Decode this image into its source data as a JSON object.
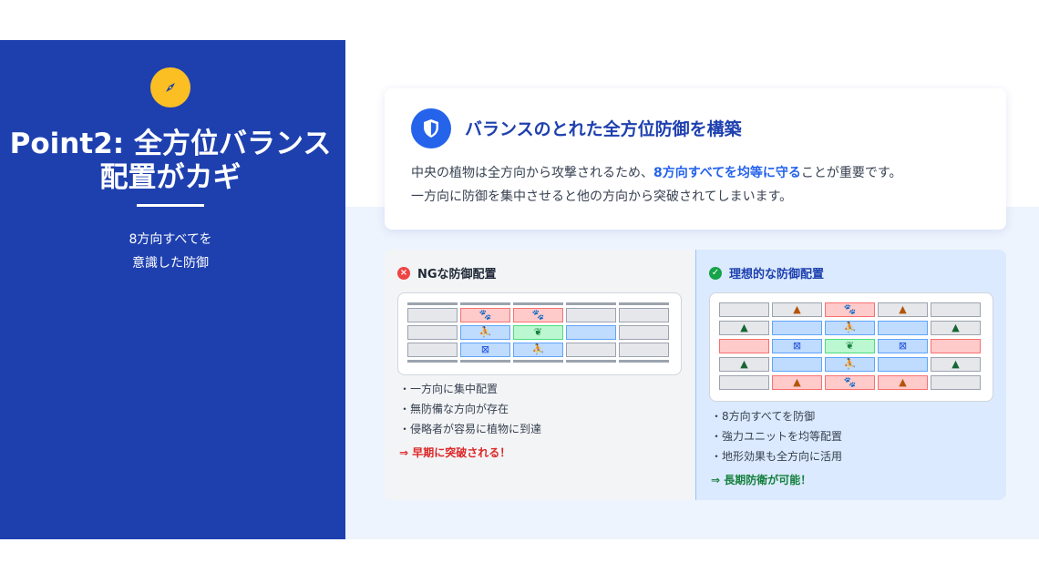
{
  "sidebar": {
    "icon": "compass-icon",
    "title": "Point2: 全方位バランス配置がカギ",
    "subtitle_line1": "8方向すべてを",
    "subtitle_line2": "意識した防御"
  },
  "card": {
    "icon": "shield-icon",
    "heading": "バランスのとれた全方位防御を構築",
    "body_pre": "中央の植物は全方向から攻撃されるため、",
    "body_highlight": "8方向すべてを均等に守る",
    "body_post": "ことが重要です。",
    "body_line2": "一方向に防御を集中させると他の方向から突破されてしまいます。"
  },
  "ng_panel": {
    "title": "NGな防御配置",
    "status_icon": "x-circle-icon",
    "bullets": [
      "・一方向に集中配置",
      "・無防備な方向が存在",
      "・侵略者が容易に植物に到達"
    ],
    "result": "⇒ 早期に突破される！",
    "grid": [
      [
        "wall",
        "wall",
        "wall",
        "wall",
        "wall"
      ],
      [
        "empty",
        "red:paw",
        "red:paw",
        "empty",
        "empty"
      ],
      [
        "empty",
        "blue:unit",
        "green:plant",
        "blue:blank",
        "empty"
      ],
      [
        "empty",
        "blue:wall",
        "blue:unit",
        "empty",
        "empty"
      ],
      [
        "wall",
        "wall",
        "wall",
        "wall",
        "wall"
      ]
    ]
  },
  "ok_panel": {
    "title": "理想的な防御配置",
    "status_icon": "check-circle-icon",
    "bullets": [
      "・8方向すべてを防御",
      "・強力ユニットを均等配置",
      "・地形効果も全方向に活用"
    ],
    "result": "⇒ 長期防衛が可能！",
    "grid": [
      [
        "empty",
        "empty:mtn",
        "red:paw",
        "empty:mtn",
        "empty"
      ],
      [
        "empty:tree",
        "blue:blank",
        "blue:unit",
        "blue:blank",
        "empty:tree"
      ],
      [
        "red:blank",
        "blue:wall",
        "green:plant",
        "blue:wall",
        "red:blank"
      ],
      [
        "empty:tree",
        "blue:blank",
        "blue:unit",
        "blue:blank",
        "empty:tree"
      ],
      [
        "empty",
        "red:mtn",
        "red:paw",
        "red:mtn",
        "empty"
      ]
    ]
  },
  "colors": {
    "sidebar_bg": "#1e40af",
    "accent_yellow": "#fbbf24",
    "highlight_blue": "#2563eb",
    "ng_red": "#dc2626",
    "ok_green": "#15803d"
  }
}
